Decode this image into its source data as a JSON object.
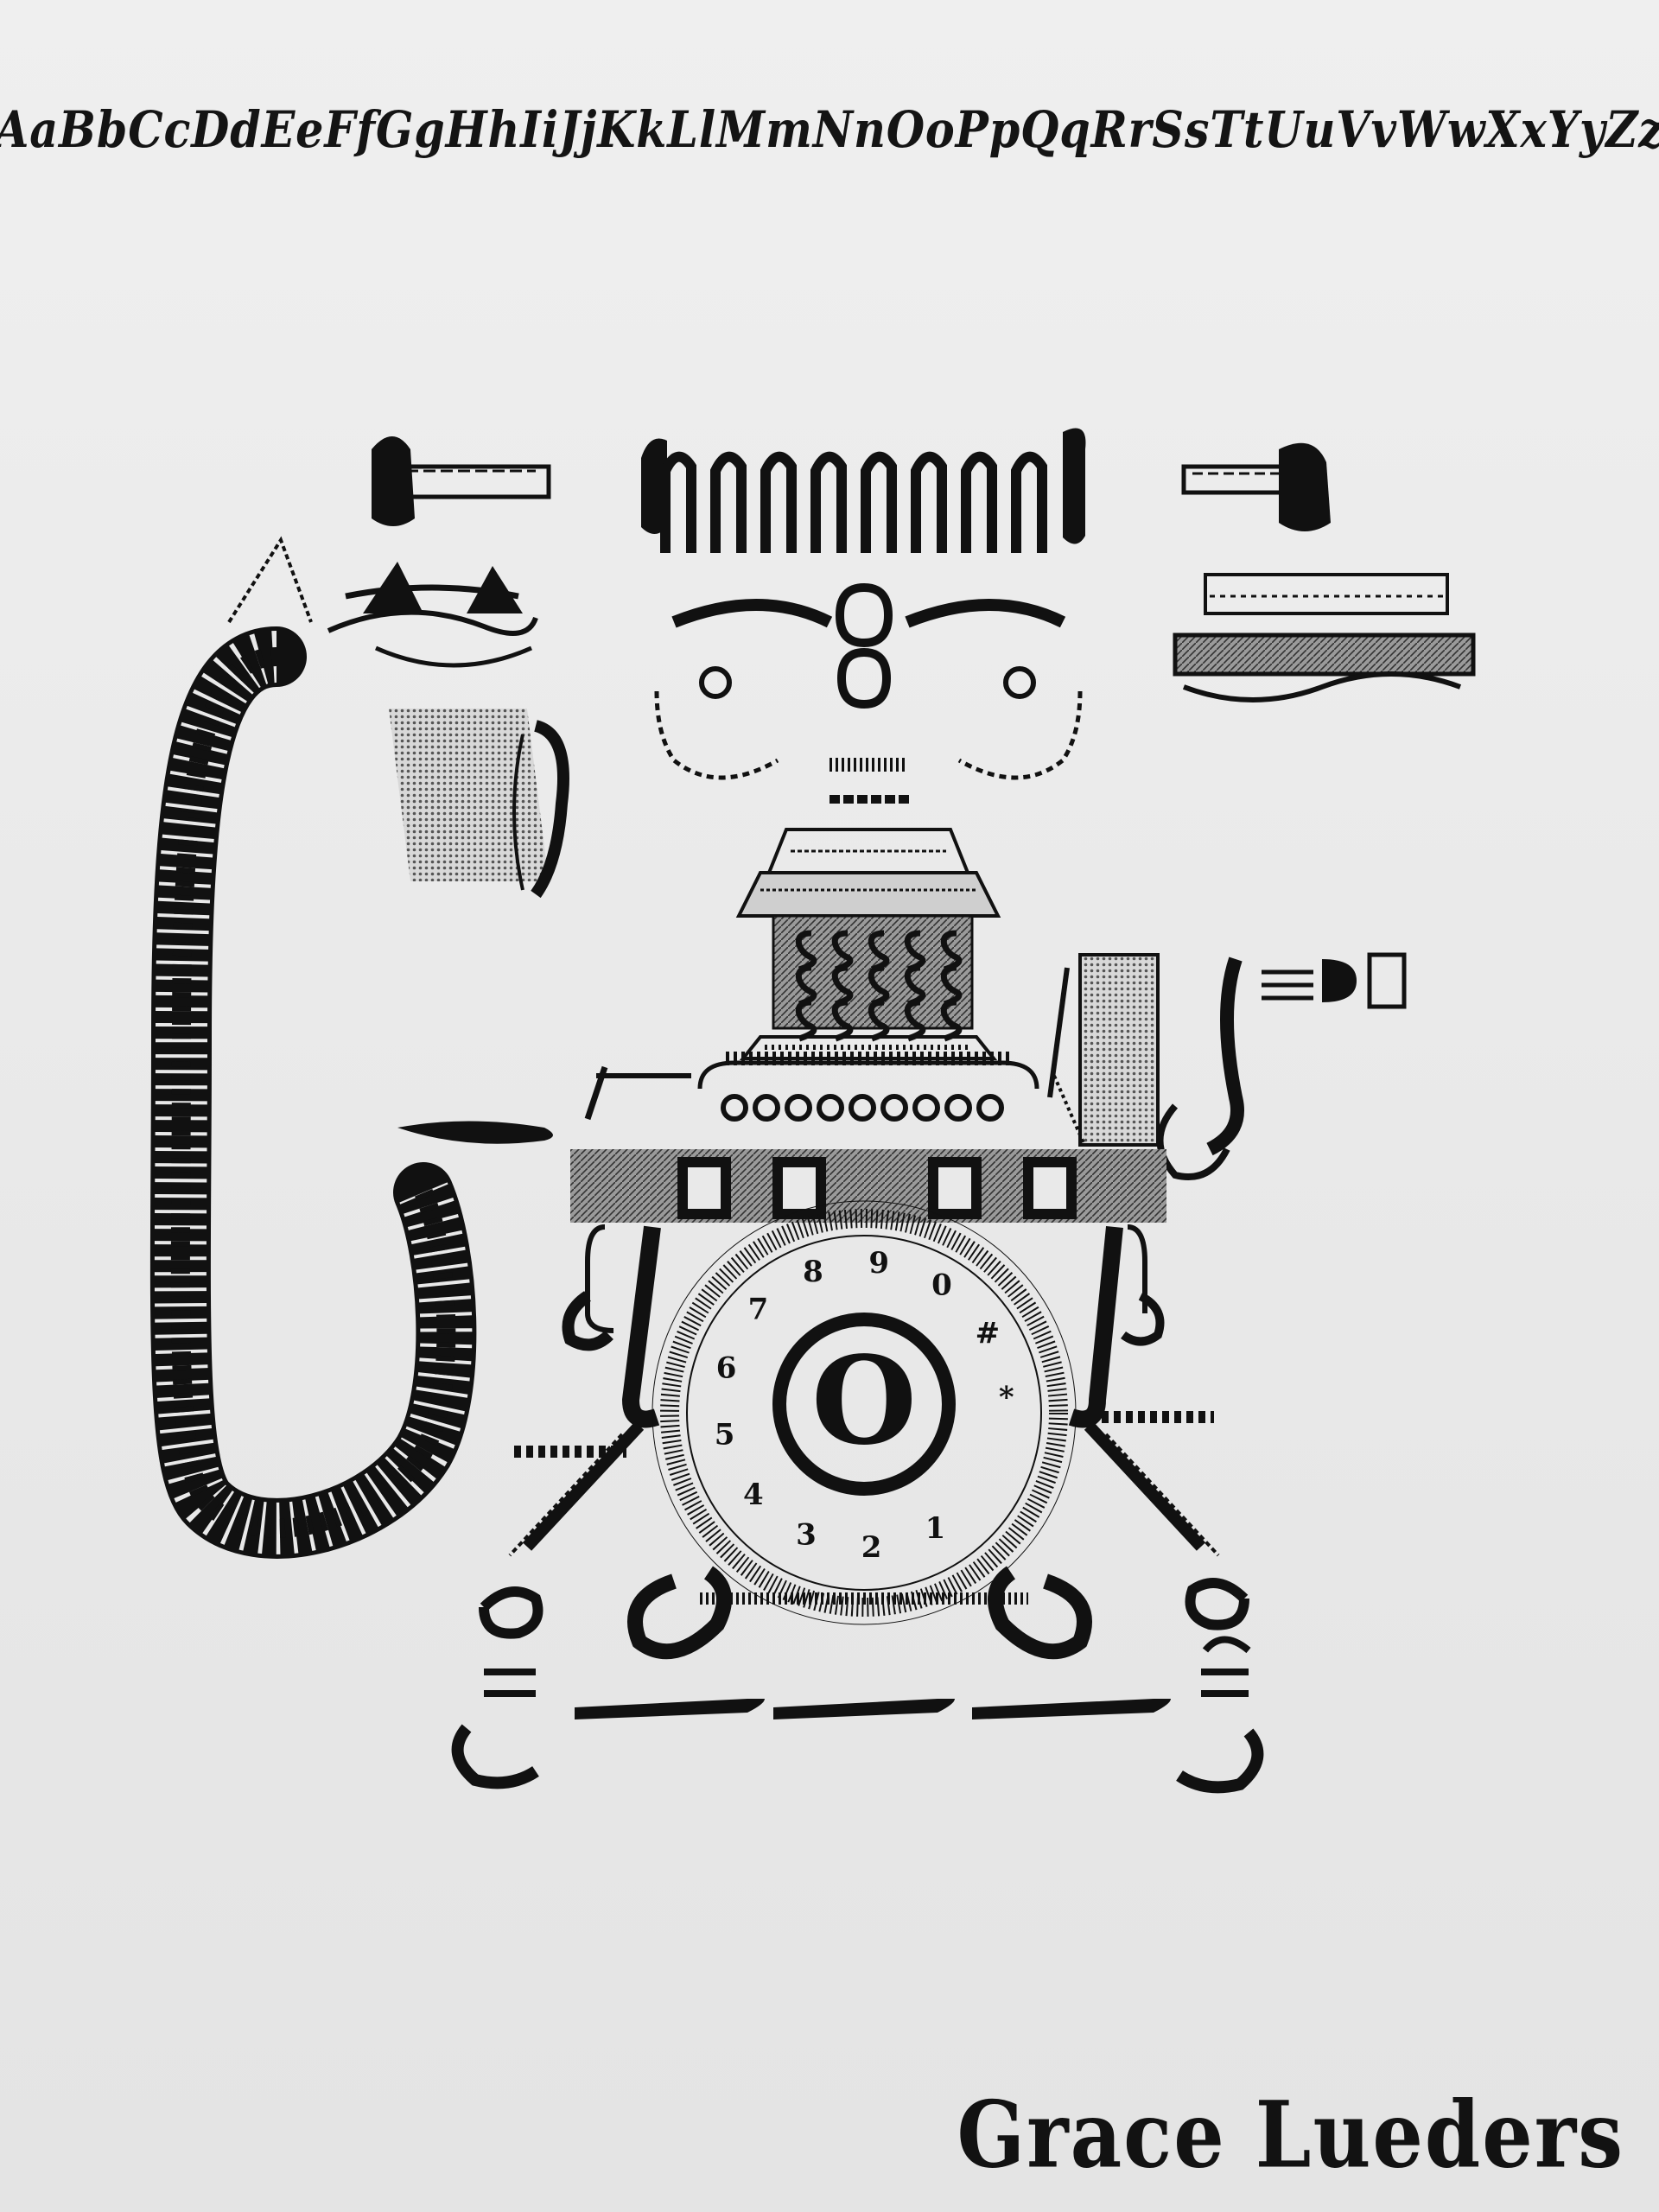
{
  "alphabet": "AaBbCcDdEeFfGgHhIiJjKkLlMmNnOoPpQqRrSsTtUuVvWwXxYyZz",
  "signature": "Grace Lueders",
  "dial": {
    "center_letter": "O",
    "digits": [
      "1",
      "2",
      "3",
      "4",
      "5",
      "6",
      "7",
      "8",
      "9",
      "0",
      "#",
      "*"
    ]
  },
  "colors": {
    "paper": "#ececec",
    "ink": "#111111",
    "shade": "#6e6e6e"
  }
}
